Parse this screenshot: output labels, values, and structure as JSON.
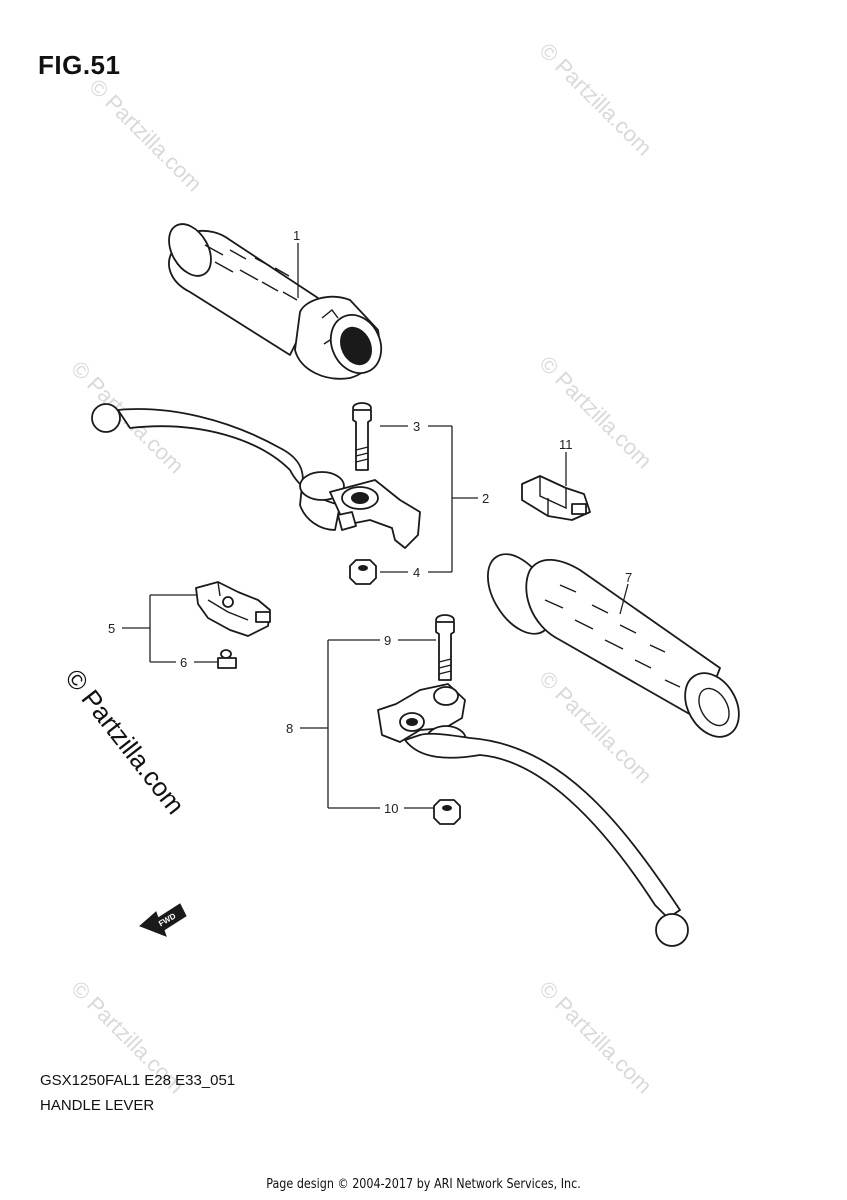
{
  "figure": {
    "title": "FIG.51",
    "model_code": "GSX1250FAL1 E28 E33_051",
    "section_name": "HANDLE LEVER"
  },
  "callouts": [
    {
      "id": "1",
      "label": "1"
    },
    {
      "id": "2",
      "label": "2"
    },
    {
      "id": "3",
      "label": "3"
    },
    {
      "id": "4",
      "label": "4"
    },
    {
      "id": "5",
      "label": "5"
    },
    {
      "id": "6",
      "label": "6"
    },
    {
      "id": "7",
      "label": "7"
    },
    {
      "id": "8",
      "label": "8"
    },
    {
      "id": "9",
      "label": "9"
    },
    {
      "id": "10",
      "label": "10"
    },
    {
      "id": "11",
      "label": "11"
    }
  ],
  "direction_marker": "FWD",
  "watermark": "© Partzilla.com",
  "copyright": "Page design © 2004-2017 by ARI Network Services, Inc."
}
